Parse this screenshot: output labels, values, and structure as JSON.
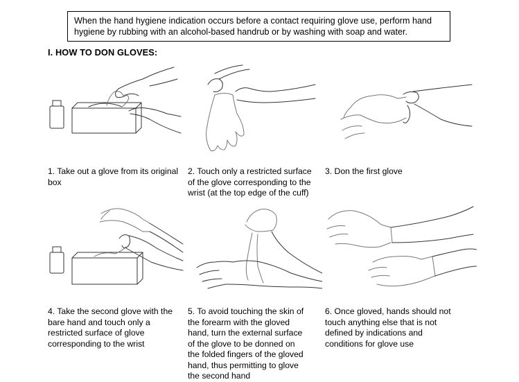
{
  "notice": "When the hand hygiene indication occurs before a contact requiring glove use, perform hand hygiene by rubbing with an alcohol-based handrub or by washing with soap and water.",
  "section_title": "I. HOW TO DON GLOVES:",
  "steps": [
    {
      "caption": "1. Take out a glove from its original box",
      "illustration": "hand-taking-glove-from-box"
    },
    {
      "caption": "2. Touch only a restricted surface of the glove corresponding to the wrist (at the top edge of the cuff)",
      "illustration": "holding-glove-by-cuff"
    },
    {
      "caption": "3. Don the first glove",
      "illustration": "donning-first-glove"
    },
    {
      "caption": "4. Take the second glove with the bare hand and touch only a restricted surface of glove corresponding to the wrist",
      "illustration": "bare-hand-taking-second-glove"
    },
    {
      "caption": "5. To avoid touching the skin of the forearm with the gloved hand, turn the external surface of the glove to be donned on the folded fingers of the gloved hand, thus permitting to glove the second hand",
      "illustration": "gloved-hand-donning-second-glove"
    },
    {
      "caption": "6. Once gloved, hands should not touch anything else that is not defined by indications and conditions for glove use",
      "illustration": "both-hands-gloved"
    }
  ]
}
